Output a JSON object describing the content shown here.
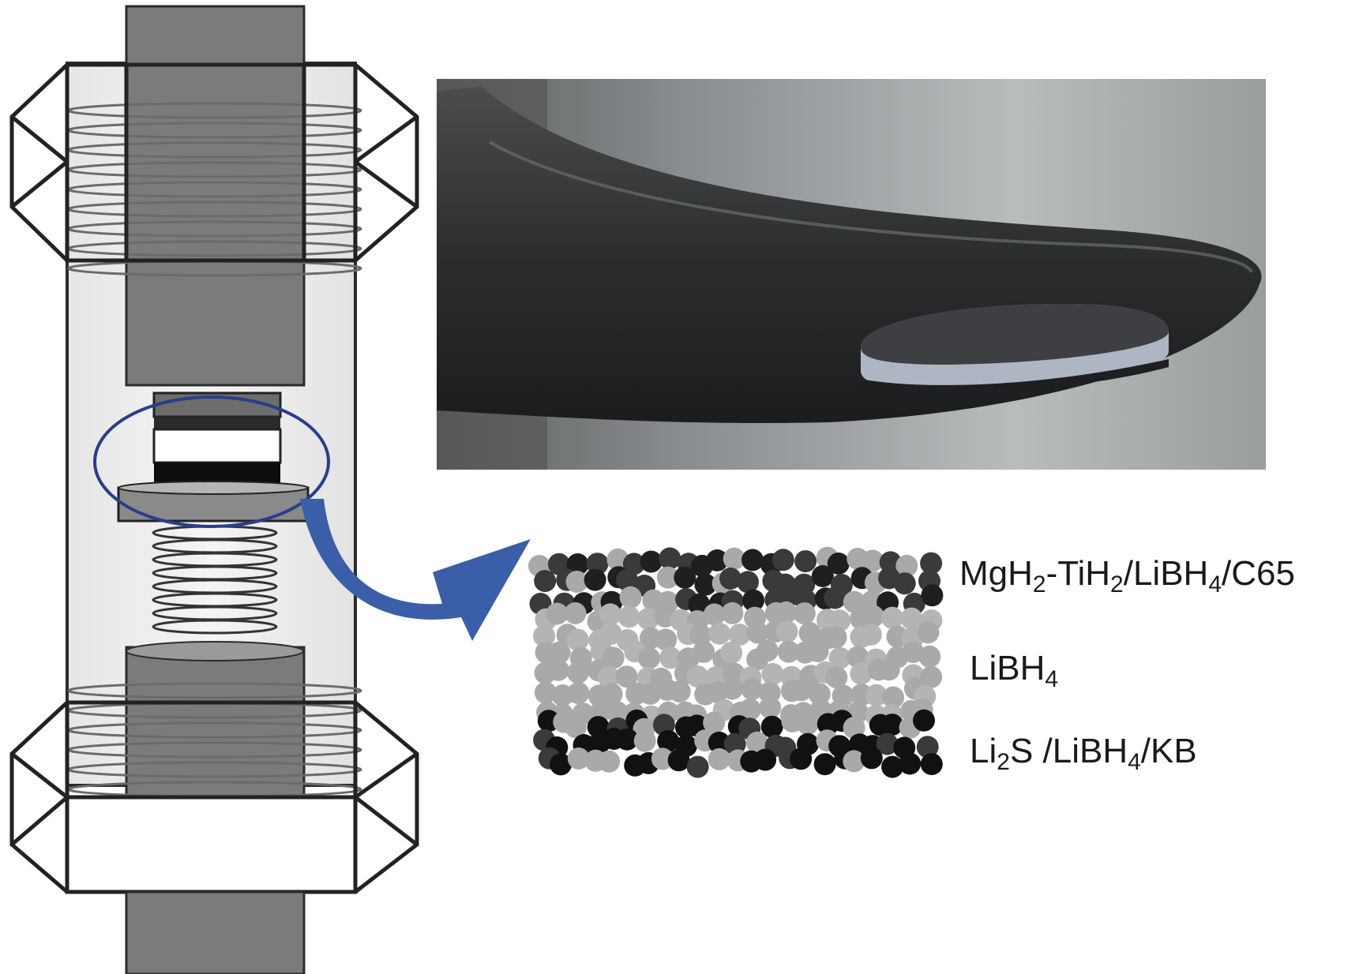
{
  "labels": {
    "anode": {
      "base": "MgH",
      "s1": "2",
      "mid": "-TiH",
      "s2": "2",
      "rest": "/LiBH",
      "s3": "4",
      "end": "/C65"
    },
    "electrolyte": {
      "base": "LiBH",
      "s1": "4"
    },
    "cathode": {
      "base": "Li",
      "s1": "2",
      "mid": "S /LiBH",
      "s2": "4",
      "end": "/KB"
    }
  },
  "colors": {
    "accent_arrow": "#3b5ea8",
    "ellipse": "#2a3f8a",
    "particle_dark": "#3a3a3a",
    "particle_black": "#111111",
    "particle_gray": "#a9a9a9",
    "rod": "#7b7b7b"
  },
  "particle_layers": {
    "anode_rows": 3,
    "electrolyte_rows": 6,
    "cathode_rows": 3
  }
}
